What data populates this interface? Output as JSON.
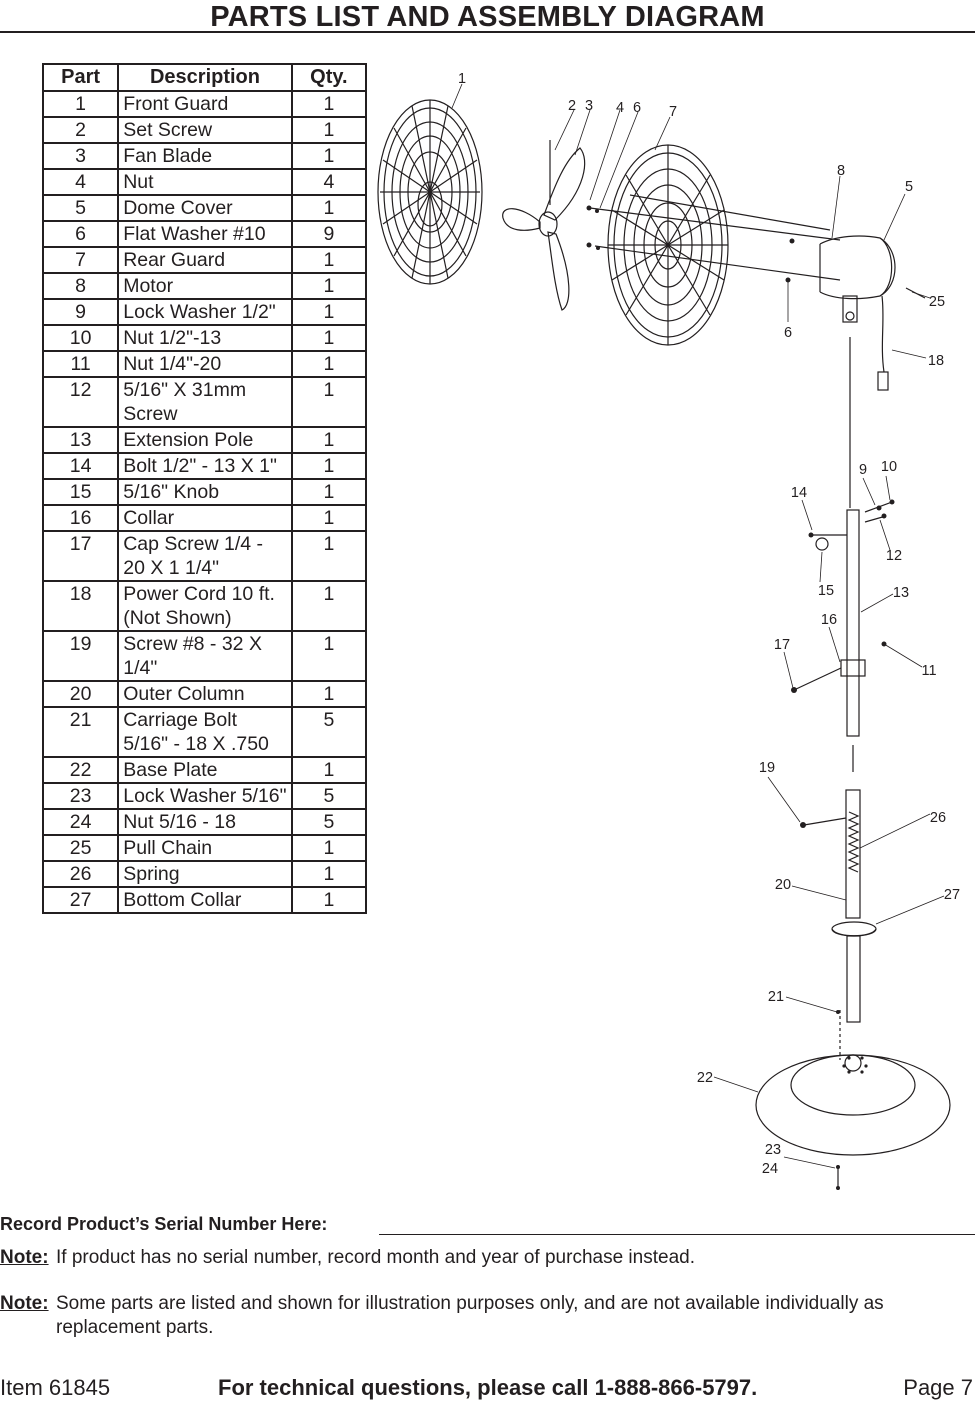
{
  "page_title": "PARTS LIST AND ASSEMBLY DIAGRAM",
  "parts_table": {
    "headers": [
      "Part",
      "Description",
      "Qty."
    ],
    "rows": [
      {
        "part": "1",
        "description": "Front Guard",
        "qty": "1"
      },
      {
        "part": "2",
        "description": "Set Screw",
        "qty": "1"
      },
      {
        "part": "3",
        "description": "Fan Blade",
        "qty": "1"
      },
      {
        "part": "4",
        "description": "Nut",
        "qty": "4"
      },
      {
        "part": "5",
        "description": "Dome Cover",
        "qty": "1"
      },
      {
        "part": "6",
        "description": "Flat Washer #10",
        "qty": "9"
      },
      {
        "part": "7",
        "description": "Rear Guard",
        "qty": "1"
      },
      {
        "part": "8",
        "description": "Motor",
        "qty": "1"
      },
      {
        "part": "9",
        "description": "Lock Washer 1/2\"",
        "qty": "1"
      },
      {
        "part": "10",
        "description": "Nut 1/2\"-13",
        "qty": "1"
      },
      {
        "part": "11",
        "description": "Nut 1/4\"-20",
        "qty": "1"
      },
      {
        "part": "12",
        "description": "5/16\" X 31mm Screw",
        "qty": "1"
      },
      {
        "part": "13",
        "description": "Extension Pole",
        "qty": "1"
      },
      {
        "part": "14",
        "description": "Bolt 1/2\" - 13 X 1\"",
        "qty": "1"
      },
      {
        "part": "15",
        "description": "5/16\" Knob",
        "qty": "1"
      },
      {
        "part": "16",
        "description": "Collar",
        "qty": "1"
      },
      {
        "part": "17",
        "description": "Cap Screw 1/4 - 20 X 1 1/4\"",
        "qty": "1"
      },
      {
        "part": "18",
        "description": "Power Cord 10 ft. (Not Shown)",
        "qty": "1"
      },
      {
        "part": "19",
        "description": "Screw  #8 - 32 X 1/4\"",
        "qty": "1"
      },
      {
        "part": "20",
        "description": "Outer Column",
        "qty": "1"
      },
      {
        "part": "21",
        "description": "Carriage Bolt 5/16\" - 18 X .750",
        "qty": "5"
      },
      {
        "part": "22",
        "description": "Base Plate",
        "qty": "1"
      },
      {
        "part": "23",
        "description": "Lock Washer 5/16\"",
        "qty": "5"
      },
      {
        "part": "24",
        "description": "Nut 5/16 - 18",
        "qty": "5"
      },
      {
        "part": "25",
        "description": "Pull Chain",
        "qty": "1"
      },
      {
        "part": "26",
        "description": "Spring",
        "qty": "1"
      },
      {
        "part": "27",
        "description": "Bottom Collar",
        "qty": "1"
      }
    ]
  },
  "diagram_callouts": {
    "c1": "1",
    "c2": "2",
    "c3": "3",
    "c4": "4",
    "c5": "5",
    "c6a": "6",
    "c6b": "6",
    "c7": "7",
    "c8": "8",
    "c9": "9",
    "c10": "10",
    "c11": "11",
    "c12": "12",
    "c13": "13",
    "c14": "14",
    "c15": "15",
    "c16": "16",
    "c17": "17",
    "c18": "18",
    "c19": "19",
    "c20": "20",
    "c21": "21",
    "c22": "22",
    "c23": "23",
    "c24": "24",
    "c25": "25",
    "c26": "26",
    "c27": "27"
  },
  "serial_record": {
    "label": "Record Product’s Serial Number Here:"
  },
  "notes": [
    {
      "label": "Note:",
      "text": "If product has no serial number, record month and year of purchase instead."
    },
    {
      "label": "Note:",
      "text": "Some parts are listed and shown for illustration purposes only, and are not available individually as replacement parts."
    }
  ],
  "footer": {
    "item": "Item 61845",
    "tech_support": "For technical questions, please call 1-888-866-5797.",
    "page": "Page 7"
  }
}
